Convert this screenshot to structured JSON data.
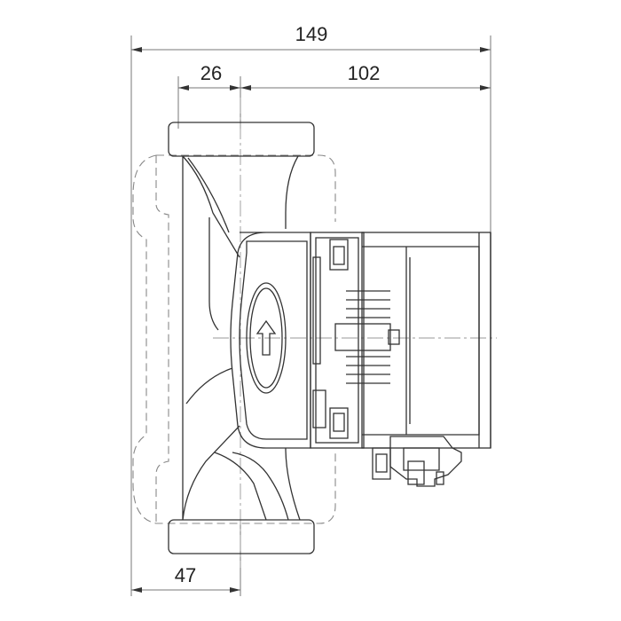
{
  "drawing": {
    "dimensions": {
      "overall_width": "149",
      "left_to_axis": "26",
      "axis_to_right": "102",
      "bottom_offset": "47"
    },
    "flow_direction_symbol": "arrow-up-icon"
  }
}
